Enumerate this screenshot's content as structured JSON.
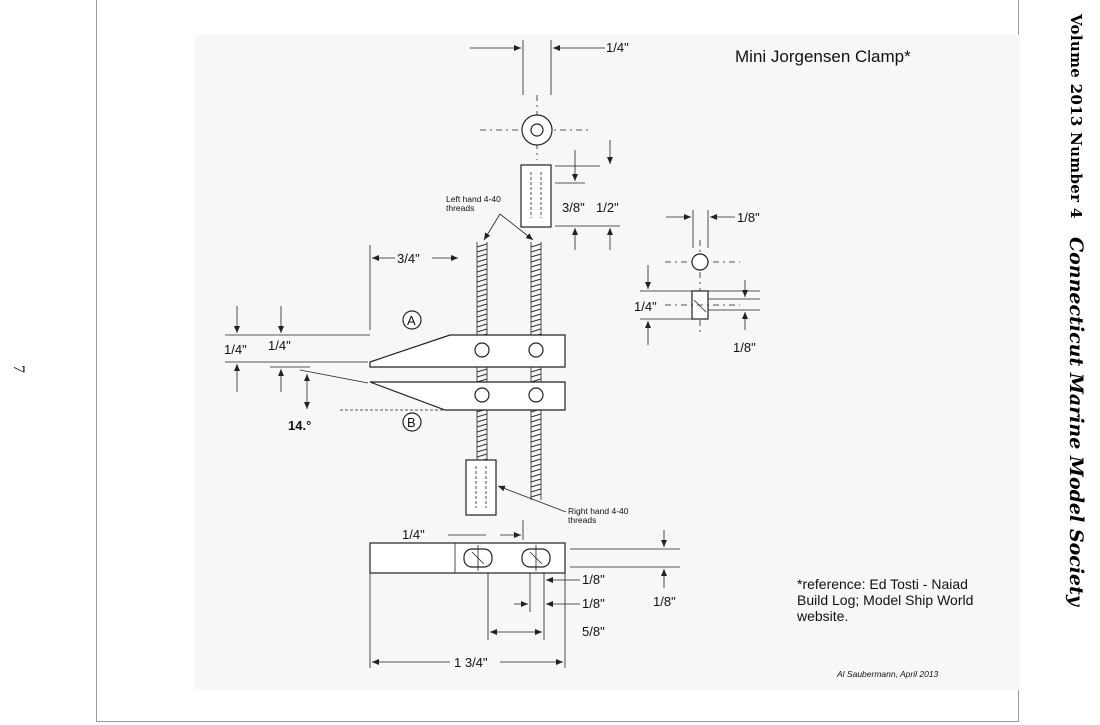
{
  "page": {
    "number": "7"
  },
  "header": {
    "volume": "Volume 2013 Number 4",
    "society": "Connecticut Marine Model Society"
  },
  "drawing": {
    "title": "Mini Jorgensen Clamp*",
    "dimensions": {
      "top_width": "1/4\"",
      "knob_offset": "3/8\"",
      "nut_height": "1/2\"",
      "detail_width": "1/8\"",
      "detail_square": "1/4\"",
      "detail_depth": "1/8\"",
      "jaw_offset": "3/4\"",
      "jaw_height_outer": "1/4\"",
      "jaw_height_inner": "1/4\"",
      "angle": "14.°",
      "bottom_offset": "1/4\"",
      "bottom_slot": "1/8\"",
      "bottom_hole": "1/8\"",
      "bottom_thickness": "1/8\"",
      "screw_spacing": "5/8\"",
      "overall_length": "1 3/4\""
    },
    "callouts": {
      "left_thread_1": "Left hand 4-40",
      "left_thread_2": "threads",
      "right_thread_1": "Right hand 4-40",
      "right_thread_2": "threads",
      "jaw_a": "A",
      "jaw_b": "B"
    },
    "reference": {
      "line1": "*reference: Ed Tosti - Naiad",
      "line2": "Build Log; Model Ship World",
      "line3": "website."
    },
    "credit": "Al Saubermann, April 2013"
  }
}
